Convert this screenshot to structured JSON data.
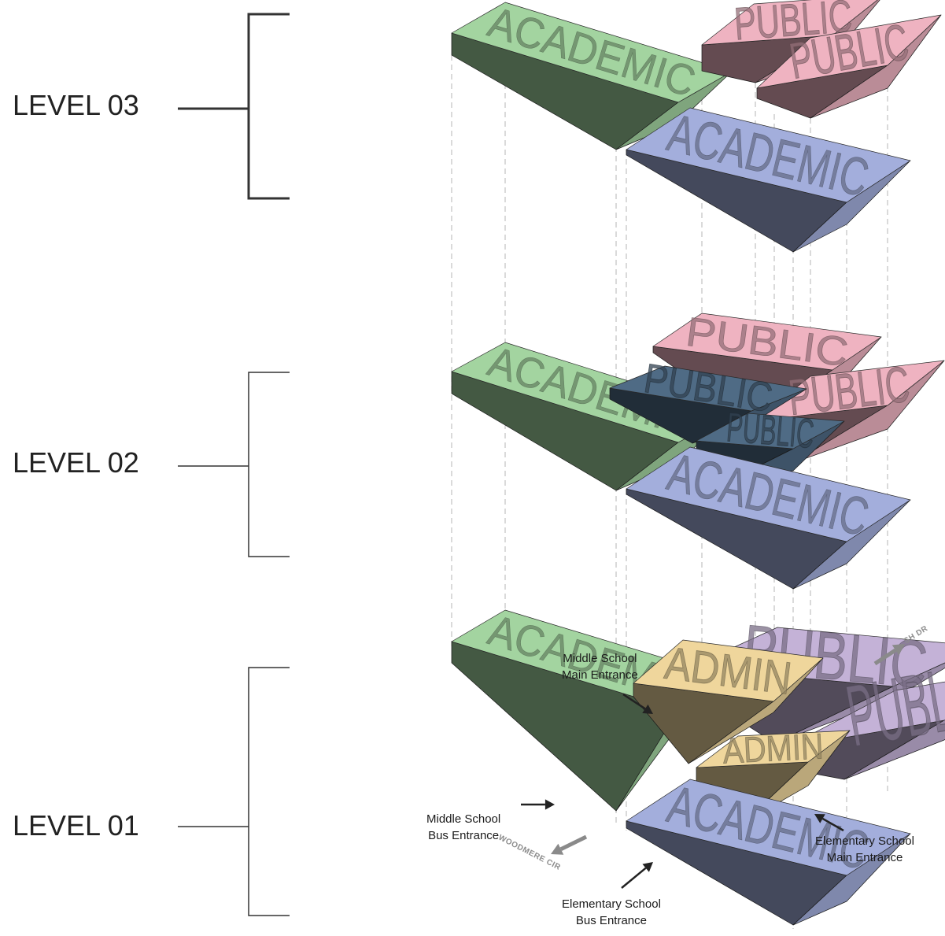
{
  "levels": [
    {
      "label": "LEVEL 03"
    },
    {
      "label": "LEVEL 02"
    },
    {
      "label": "LEVEL 01"
    }
  ],
  "blocks": {
    "academic": "ACADEMIC",
    "public": "PUBLIC",
    "admin": "ADMIN"
  },
  "colors": {
    "academic_green": "#a3d4a0",
    "academic_blue": "#a3aedc",
    "public_pink": "#efb3c1",
    "public_navy": "#4f6b85",
    "public_lavender": "#c4b2d7",
    "admin_tan": "#efd69c"
  },
  "annotations": {
    "middle_main": "Middle School\nMain Entrance",
    "middle_bus": "Middle School\nBus Entrance",
    "elementary_main": "Elementary School\nMain Entrance",
    "elementary_bus": "Elementary School\nBus Entrance"
  },
  "roads": {
    "woodmere": "WOODMERE CIR",
    "sh": "SH DR"
  }
}
